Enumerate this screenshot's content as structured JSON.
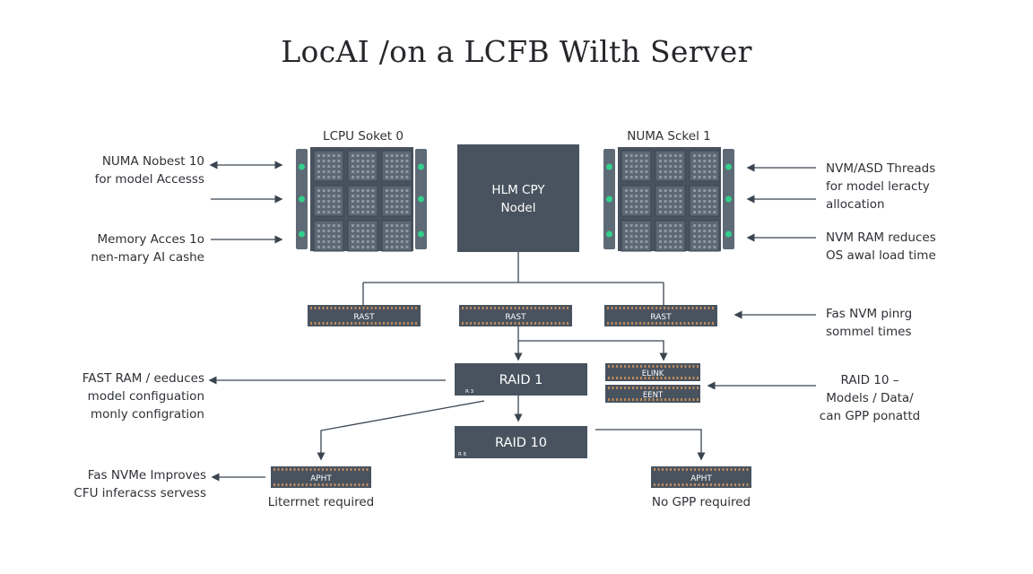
{
  "title": "LocAI /on a LCFB Wilth Server",
  "socket0": {
    "label": "LCPU Soket 0"
  },
  "socket1": {
    "label": "NUMA Sckel 1"
  },
  "center_node": {
    "line1": "HLM CPY",
    "line2": "Nodel"
  },
  "left_notes": {
    "numa": [
      "NUMA Nobest 10",
      "for model Accesss"
    ],
    "memory": [
      "Memory Acces 1o",
      "nen-mary AI cashe"
    ],
    "fast_ram": [
      "FAST RAM / eeduces",
      "model configuation",
      "monly configration"
    ],
    "nvme": [
      "Fas NVMe Improves",
      "CFU inferacss servess"
    ]
  },
  "right_notes": {
    "threads": [
      "NVM/ASD Threads",
      "for model leracty",
      "allocation"
    ],
    "nvm_ram": [
      "NVM RAM reduces",
      "OS awal load time"
    ],
    "fas_nvm": [
      "Fas NVM pinrg",
      "sommel times"
    ],
    "raid10": [
      "RAID 10 –",
      "Models / Data/",
      "can GPP ponattd"
    ]
  },
  "ram_sticks": [
    "RAST",
    "RAST",
    "RAST"
  ],
  "raid1": {
    "label": "RAID 1",
    "tag": "R 3"
  },
  "raid10": {
    "label": "RAID 10",
    "tag": "R 6"
  },
  "side_sticks": [
    "ELINK",
    "EENT"
  ],
  "bottom_sticks": [
    "APHT",
    "APHT"
  ],
  "bottom_notes": {
    "left": "Literrnet required",
    "right": "No GPP required"
  },
  "colors": {
    "box": "#48535f",
    "arrow": "#3b4550",
    "dot": "#32d08c",
    "chip": "#5b6773"
  }
}
